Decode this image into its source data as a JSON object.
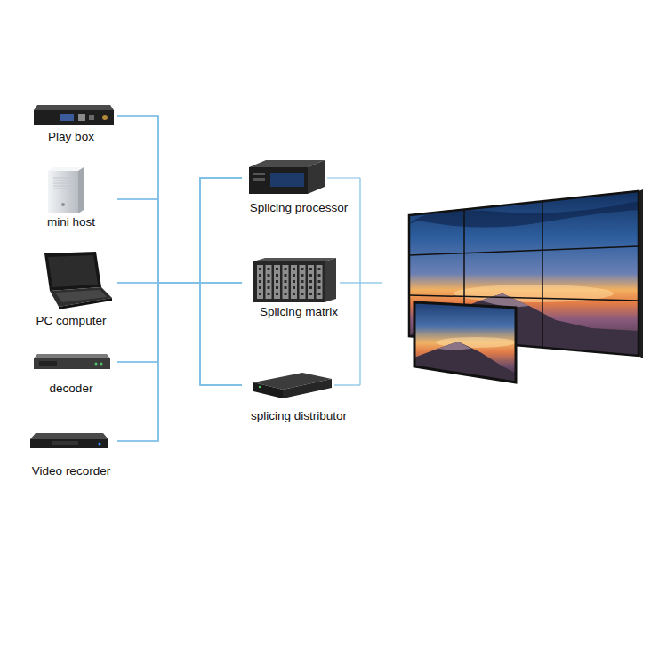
{
  "diagram": {
    "nodes": [
      {
        "text": [
          "Play box"
        ]
      },
      {
        "text": [
          "mini host"
        ]
      },
      {
        "text": [
          "PC computer"
        ]
      },
      {
        "text": [
          "decoder"
        ]
      },
      {
        "text": [
          "Video recorder"
        ]
      },
      {
        "text": [
          "Splicing processor"
        ]
      },
      {
        "text": [
          "Splicing matrix"
        ]
      },
      {
        "text": [
          "splicing distributor"
        ]
      }
    ],
    "edges": [
      {
        "from": 0,
        "to": 5,
        "arrow": "none"
      },
      {
        "from": 0,
        "to": 6,
        "arrow": "none"
      },
      {
        "from": 0,
        "to": 7,
        "arrow": "none"
      },
      {
        "from": 1,
        "to": 5,
        "arrow": "none"
      },
      {
        "from": 1,
        "to": 6,
        "arrow": "none"
      },
      {
        "from": 1,
        "to": 7,
        "arrow": "none"
      },
      {
        "from": 2,
        "to": 5,
        "arrow": "none"
      },
      {
        "from": 2,
        "to": 6,
        "arrow": "none"
      },
      {
        "from": 2,
        "to": 7,
        "arrow": "none"
      },
      {
        "from": 3,
        "to": 5,
        "arrow": "none"
      },
      {
        "from": 3,
        "to": 6,
        "arrow": "none"
      },
      {
        "from": 3,
        "to": 7,
        "arrow": "none"
      },
      {
        "from": 4,
        "to": 5,
        "arrow": "none"
      },
      {
        "from": 4,
        "to": 6,
        "arrow": "none"
      },
      {
        "from": 4,
        "to": 7,
        "arrow": "none"
      }
    ]
  }
}
